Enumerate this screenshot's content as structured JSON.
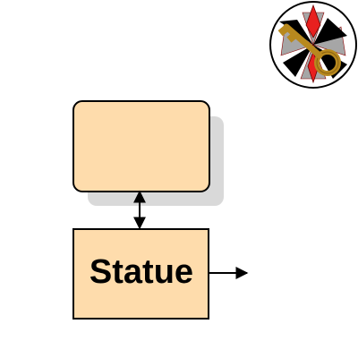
{
  "colors": {
    "node_fill": "#FEDCAC",
    "node_stroke": "#000000",
    "shadow": "#D9D9D9",
    "badge_red": "#E8201F",
    "badge_gray": "#A6A6A6",
    "badge_black": "#000000",
    "key_gold": "#B8891E",
    "key_gold_dark": "#8A6212"
  },
  "icons": {
    "badge": "compass-star-icon",
    "key": "key-icon"
  },
  "diagram": {
    "nodes": [
      {
        "id": "top",
        "label": ""
      },
      {
        "id": "statue",
        "label": "Statue"
      }
    ],
    "edges": [
      {
        "from": "top",
        "to": "statue",
        "direction": "both"
      },
      {
        "from": "statue",
        "to": "",
        "direction": "forward"
      }
    ]
  }
}
